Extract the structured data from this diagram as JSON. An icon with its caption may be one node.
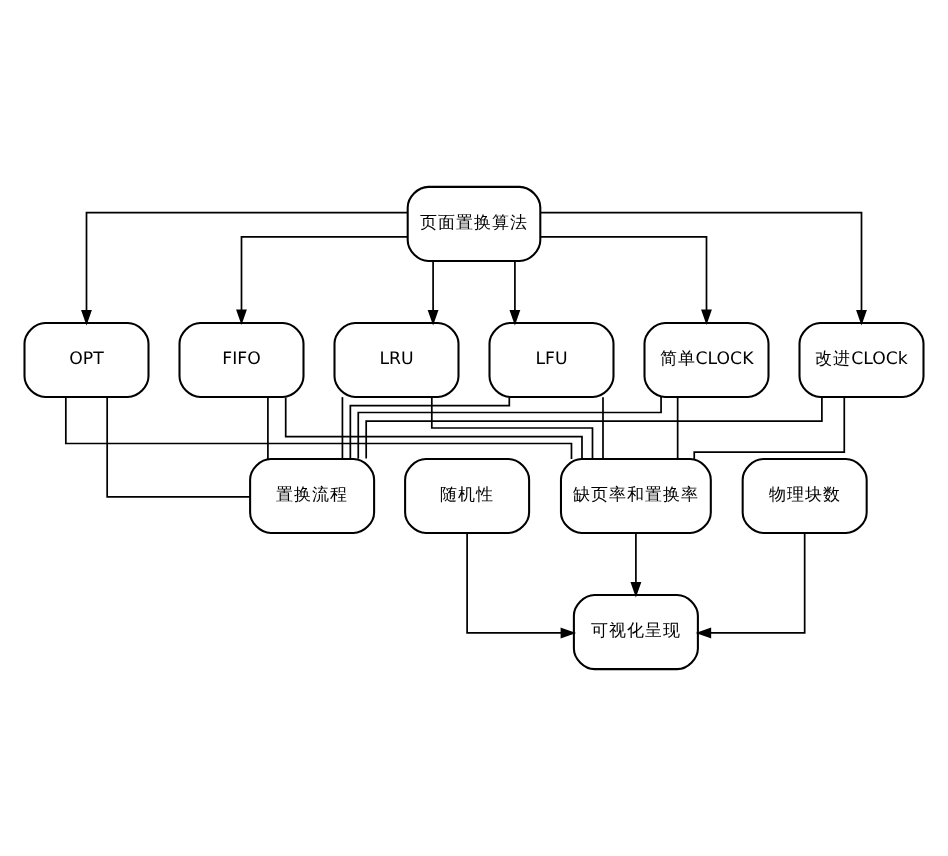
{
  "diagram": {
    "nodes": [
      {
        "text": [
          "页面置换算法"
        ]
      },
      {
        "text": [
          "OPT"
        ]
      },
      {
        "text": [
          "FIFO"
        ]
      },
      {
        "text": [
          "LRU"
        ]
      },
      {
        "text": [
          "LFU"
        ]
      },
      {
        "text": [
          "简单CLOCK"
        ]
      },
      {
        "text": [
          "改进CLOCk"
        ]
      },
      {
        "text": [
          "置换流程"
        ]
      },
      {
        "text": [
          "随机性"
        ]
      },
      {
        "text": [
          "缺页率和置换率"
        ]
      },
      {
        "text": [
          "物理块数"
        ]
      },
      {
        "text": [
          "可视化呈现"
        ]
      }
    ],
    "edges": [
      {
        "from": 0,
        "to": 1,
        "arrow": "to"
      },
      {
        "from": 0,
        "to": 2,
        "arrow": "to"
      },
      {
        "from": 0,
        "to": 3,
        "arrow": "to"
      },
      {
        "from": 0,
        "to": 4,
        "arrow": "to"
      },
      {
        "from": 0,
        "to": 5,
        "arrow": "to"
      },
      {
        "from": 0,
        "to": 6,
        "arrow": "to"
      },
      {
        "from": 1,
        "to": 7,
        "arrow": "none"
      },
      {
        "from": 2,
        "to": 7,
        "arrow": "none"
      },
      {
        "from": 3,
        "to": 7,
        "arrow": "none"
      },
      {
        "from": 4,
        "to": 7,
        "arrow": "none"
      },
      {
        "from": 5,
        "to": 7,
        "arrow": "none"
      },
      {
        "from": 6,
        "to": 7,
        "arrow": "none"
      },
      {
        "from": 1,
        "to": 9,
        "arrow": "none"
      },
      {
        "from": 2,
        "to": 9,
        "arrow": "none"
      },
      {
        "from": 3,
        "to": 9,
        "arrow": "none"
      },
      {
        "from": 4,
        "to": 9,
        "arrow": "none"
      },
      {
        "from": 5,
        "to": 9,
        "arrow": "none"
      },
      {
        "from": 6,
        "to": 9,
        "arrow": "none"
      },
      {
        "from": 8,
        "to": 11,
        "arrow": "to"
      },
      {
        "from": 9,
        "to": 11,
        "arrow": "to"
      },
      {
        "from": 10,
        "to": 11,
        "arrow": "to"
      }
    ]
  }
}
